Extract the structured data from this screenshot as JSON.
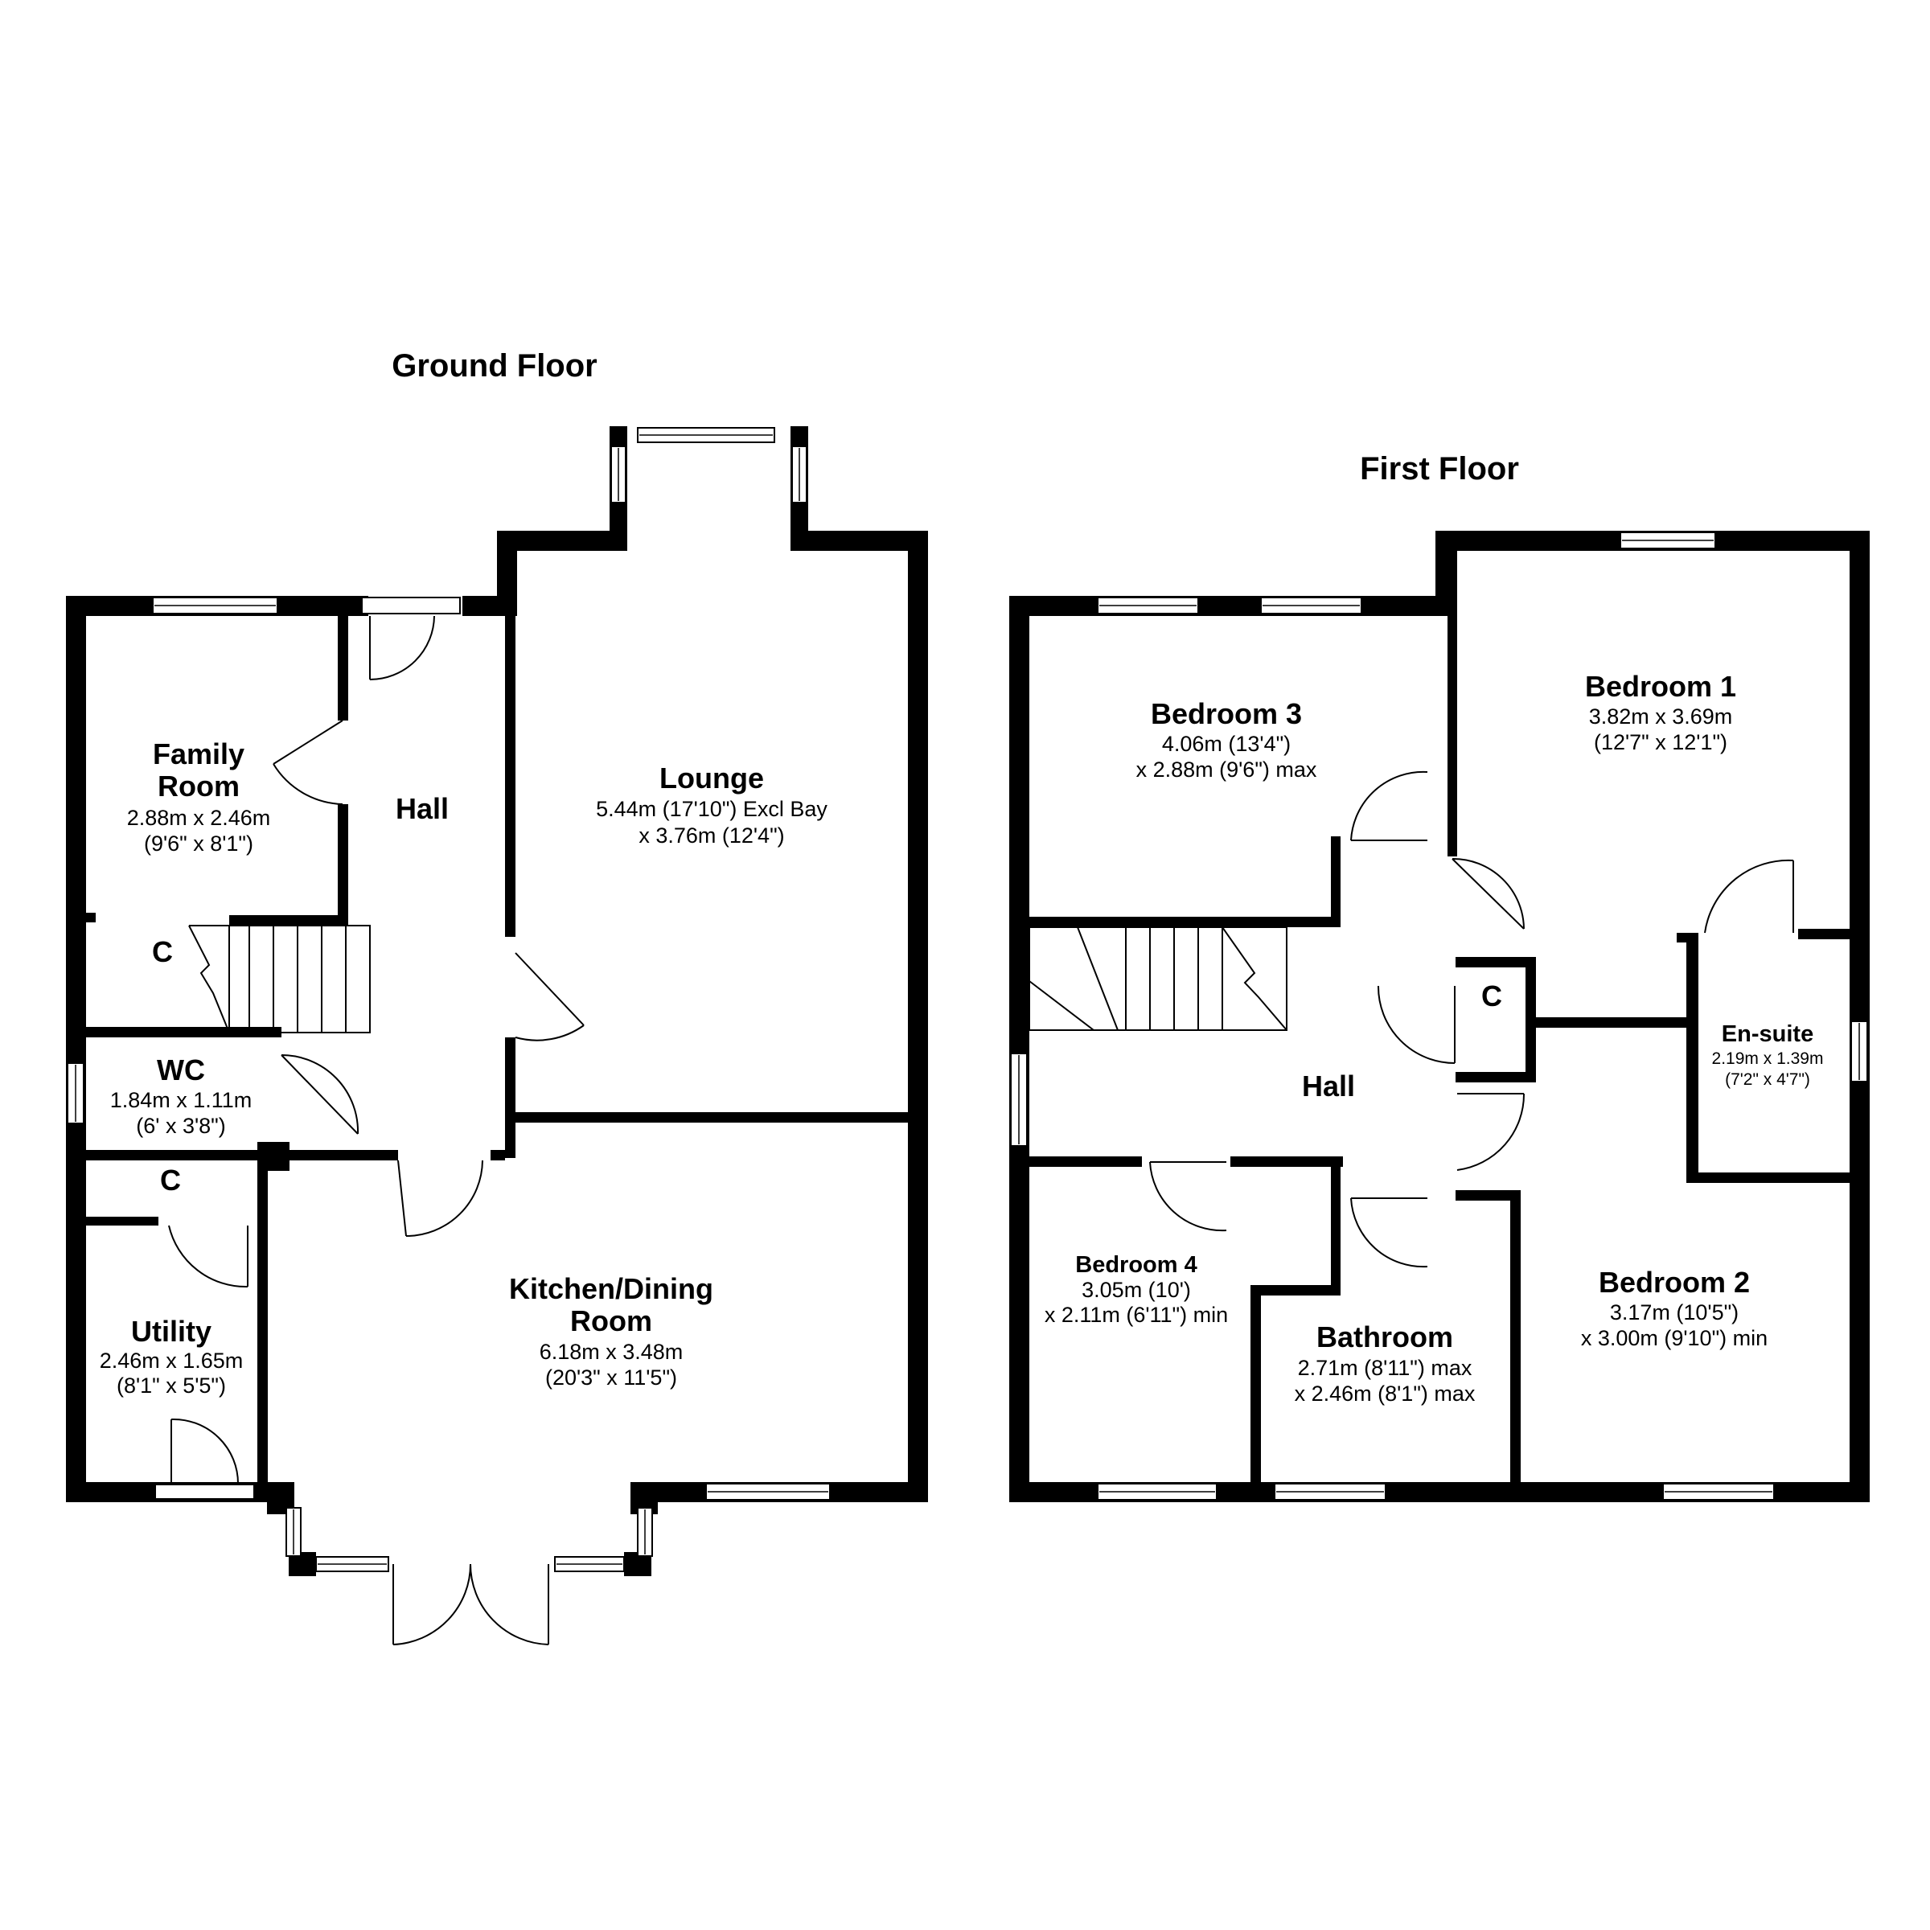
{
  "floors": {
    "ground": {
      "title": "Ground Floor",
      "rooms": {
        "family_room": {
          "name_line1": "Family",
          "name_line2": "Room",
          "dim1": "2.88m x 2.46m",
          "dim2": "(9'6\" x 8'1\")"
        },
        "hall": {
          "name": "Hall"
        },
        "lounge": {
          "name": "Lounge",
          "dim1": "5.44m (17'10\") Excl Bay",
          "dim2": "x 3.76m (12'4\")"
        },
        "cupboard": {
          "name": "C"
        },
        "wc": {
          "name": "WC",
          "dim1": "1.84m x 1.11m",
          "dim2": "(6' x 3'8\")"
        },
        "utility_cupboard": {
          "name": "C"
        },
        "utility": {
          "name": "Utility",
          "dim1": "2.46m x 1.65m",
          "dim2": "(8'1\" x 5'5\")"
        },
        "kitchen_dining": {
          "name_line1": "Kitchen/Dining",
          "name_line2": "Room",
          "dim1": "6.18m x 3.48m",
          "dim2": "(20'3\" x 11'5\")"
        }
      }
    },
    "first": {
      "title": "First Floor",
      "rooms": {
        "bedroom3": {
          "name": "Bedroom 3",
          "dim1": "4.06m (13'4\")",
          "dim2": "x 2.88m (9'6\") max"
        },
        "bedroom1": {
          "name": "Bedroom 1",
          "dim1": "3.82m x 3.69m",
          "dim2": "(12'7\" x 12'1\")"
        },
        "cupboard": {
          "name": "C"
        },
        "hall": {
          "name": "Hall"
        },
        "ensuite": {
          "name": "En-suite",
          "dim1": "2.19m x 1.39m",
          "dim2": "(7'2\" x 4'7\")"
        },
        "bedroom4": {
          "name": "Bedroom 4",
          "dim1": "3.05m (10')",
          "dim2": "x 2.11m (6'11\") min"
        },
        "bathroom": {
          "name": "Bathroom",
          "dim1": "2.71m (8'11\") max",
          "dim2": "x 2.46m (8'1\") max"
        },
        "bedroom2": {
          "name": "Bedroom 2",
          "dim1": "3.17m (10'5\")",
          "dim2": "x 3.00m (9'10\") min"
        }
      }
    }
  }
}
